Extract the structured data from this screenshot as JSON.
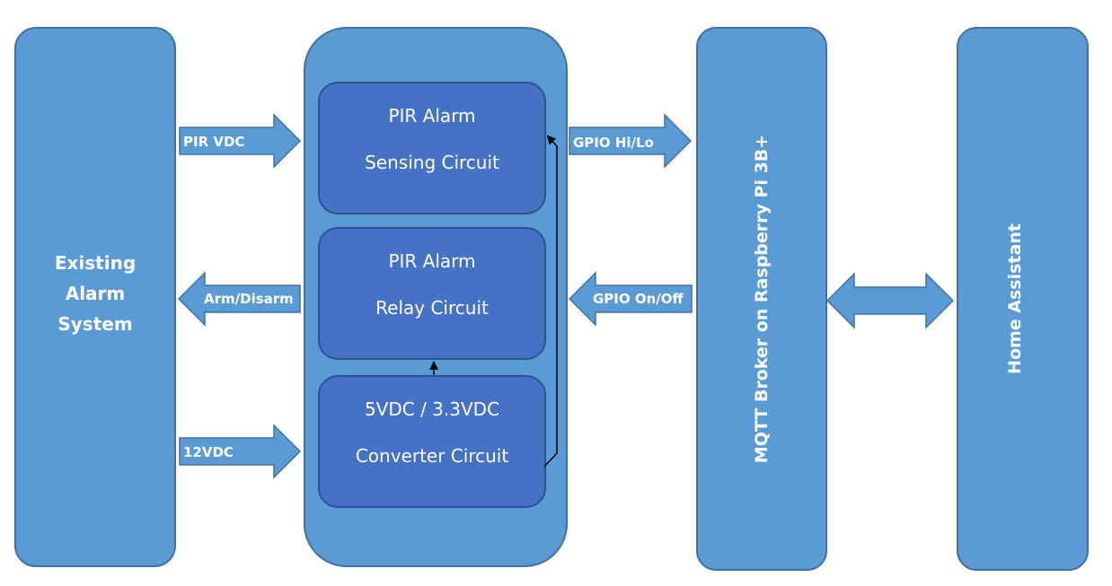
{
  "blocks": {
    "existing_alarm": [
      "Existing",
      "Alarm",
      "System"
    ],
    "mqtt": "MQTT Broker on Raspberry Pi 3B+",
    "home_assistant": "Home Assistant"
  },
  "circuits": {
    "sensing": [
      "PIR Alarm",
      "Sensing Circuit"
    ],
    "relay": [
      "PIR Alarm",
      "Relay Circuit"
    ],
    "converter": [
      "5VDC / 3.3VDC",
      "Converter Circuit"
    ]
  },
  "arrows": {
    "pir_vdc": "PIR VDC",
    "arm_disarm": "Arm/Disarm",
    "vdc12": "12VDC",
    "gpio_hilo": "GPIO Hi/Lo",
    "gpio_onoff": "GPIO On/Off"
  },
  "colors": {
    "block_fill": "#5b9bd5",
    "circuit_fill": "#4472c4",
    "outline": "#41719c"
  }
}
